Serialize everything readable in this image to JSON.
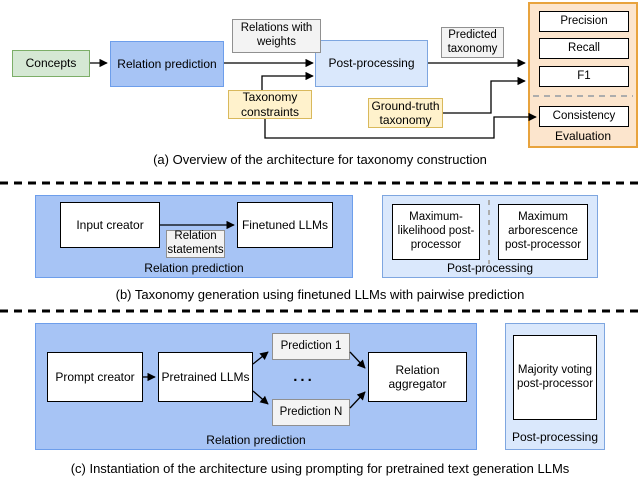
{
  "colors": {
    "strong_blue_fill": "#A7C4F5",
    "strong_blue_border": "#6D9EEB",
    "light_blue_fill": "#DAE8FC",
    "light_blue_border": "#7EA6E0",
    "green_fill": "#D5E8D4",
    "green_border": "#7CAE68",
    "yellow_fill": "#FFF2CC",
    "yellow_border": "#D9B95C",
    "peach_fill": "#FCE5CD",
    "peach_border": "#E8A33D",
    "gray_fill": "#F3F3F3",
    "gray_border": "#909090",
    "arrow_color": "#000000"
  },
  "panel_a": {
    "caption": "(a) Overview of the architecture for taxonomy construction",
    "boxes": {
      "concepts": "Concepts",
      "relation_prediction": "Relation prediction",
      "relations_with_weights": "Relations with weights",
      "post_processing": "Post-processing",
      "predicted_taxonomy": "Predicted taxonomy",
      "taxonomy_constraints": "Taxonomy constraints",
      "ground_truth_taxonomy": "Ground-truth taxonomy"
    },
    "evaluation": {
      "label": "Evaluation",
      "metrics": [
        "Precision",
        "Recall",
        "F1"
      ],
      "consistency": "Consistency"
    }
  },
  "panel_b": {
    "caption": "(b) Taxonomy generation using finetuned LLMs with pairwise prediction",
    "relation_prediction_group": {
      "label": "Relation prediction",
      "input_creator": "Input creator",
      "relation_statements": "Relation statements",
      "finetuned_llms": "Finetuned LLMs"
    },
    "post_processing_group": {
      "label": "Post-processing",
      "max_likelihood": "Maximum-likelihood post-processor",
      "max_arborescence": "Maximum arborescence post-processor"
    }
  },
  "panel_c": {
    "caption": "(c) Instantiation of the architecture using prompting for pretrained text generation LLMs",
    "relation_prediction_group": {
      "label": "Relation prediction",
      "prompt_creator": "Prompt creator",
      "pretrained_llms": "Pretrained LLMs",
      "prediction_1": "Prediction 1",
      "ellipsis": "...",
      "prediction_n": "Prediction N",
      "relation_aggregator": "Relation aggregator"
    },
    "post_processing_group": {
      "label": "Post-processing",
      "majority_voting": "Majority voting post-processor"
    }
  }
}
